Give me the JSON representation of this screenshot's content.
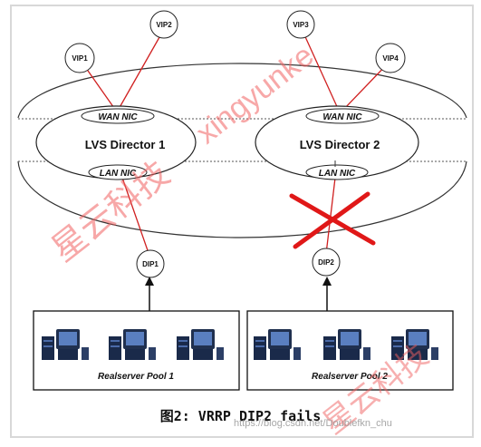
{
  "colors": {
    "frame": "#d8d8d8",
    "line": "#333333",
    "red_link": "#d02020",
    "fail_x": "#e01818",
    "watermark": "#f06060"
  },
  "vips": [
    "VIP1",
    "VIP2",
    "VIP3",
    "VIP4"
  ],
  "directors": [
    {
      "name": "LVS Director 1",
      "wan": "WAN NIC",
      "lan": "LAN NIC"
    },
    {
      "name": "LVS Director 2",
      "wan": "WAN NIC",
      "lan": "LAN NIC"
    }
  ],
  "dips": [
    "DIP1",
    "DIP2"
  ],
  "pools": [
    "Realserver Pool 1",
    "Realserver Pool 2"
  ],
  "caption": "图2: VRRP DIP2 fails",
  "watermark": {
    "text_cn": "星云科技",
    "text_en": "xingyunke",
    "url": "https://blog.csdn.net/Doublefkn_chu"
  },
  "icons": [
    "server-icon",
    "fail-x-icon",
    "arrow-up-icon"
  ]
}
